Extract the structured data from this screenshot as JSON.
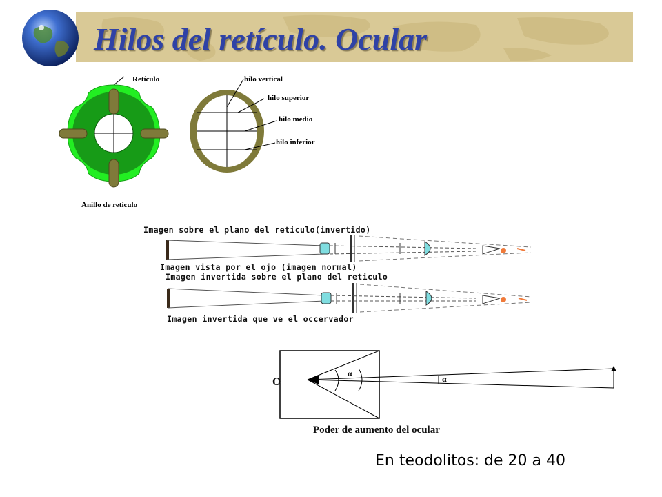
{
  "slide": {
    "title": "Hilos del retículo. Ocular",
    "footer": "En teodolitos: de 20 a 40"
  },
  "reticle_ring": {
    "top_label": "Retículo",
    "bottom_label": "Anillo de retículo"
  },
  "reticle_wires": {
    "labels": [
      "hilo vertical",
      "hilo superior",
      "hilo medio",
      "hilo  inferior"
    ]
  },
  "optics": {
    "captions": [
      "Imagen sobre el plano del reticulo(invertido)",
      "Imagen vista por el ojo (imagen normal)",
      "Imagen invertida sobre el plano del reticulo",
      "Imagen invertida que ve el occervador"
    ]
  },
  "magnification": {
    "eye_label": "O",
    "angle_symbol": "α",
    "caption": "Poder de aumento del ocular"
  },
  "colors": {
    "title": "#2f42a6",
    "banner": "#d9c996",
    "ring_outer": "#22ee22",
    "ring_inner": "#179b17",
    "knob": "#7f7a3a",
    "lens": "#7fdde0"
  },
  "icons": [
    "globe-icon"
  ]
}
